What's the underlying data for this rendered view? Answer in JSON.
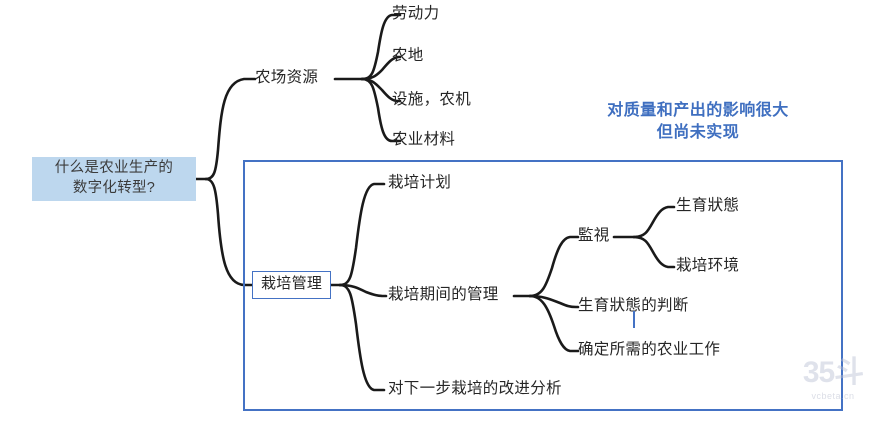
{
  "diagram": {
    "type": "mind-map",
    "title_node": "什么是农业生产的数字化转型?",
    "root": {
      "label_line1": "什么是农业生产的",
      "label_line2": "数字化转型?",
      "fill_color": "#bdd7ee"
    },
    "branches": [
      {
        "label": "农场资源",
        "children": [
          {
            "label": "劳动力"
          },
          {
            "label": "农地"
          },
          {
            "label": "设施，农机"
          },
          {
            "label": "农业材料"
          }
        ]
      },
      {
        "label": "栽培管理",
        "boxed": true,
        "box_color": "#4472c4",
        "children": [
          {
            "label": "栽培计划"
          },
          {
            "label": "栽培期间的管理",
            "children": [
              {
                "label": "監視",
                "children": [
                  {
                    "label": "生育狀態"
                  },
                  {
                    "label": "栽培环境"
                  }
                ]
              },
              {
                "label": "生育狀態的判断"
              },
              {
                "label": "确定所需的农业工作"
              }
            ]
          },
          {
            "label": "对下一步栽培的改进分析"
          }
        ]
      }
    ],
    "annotation": {
      "line1": "对质量和产出的影响很大",
      "line2": "但尚未实现",
      "color": "#3f6fc0"
    },
    "highlight_region": {
      "border_color": "#4472c4"
    },
    "watermark": {
      "main": "35斗",
      "sub": "vcbeta.cn"
    }
  }
}
